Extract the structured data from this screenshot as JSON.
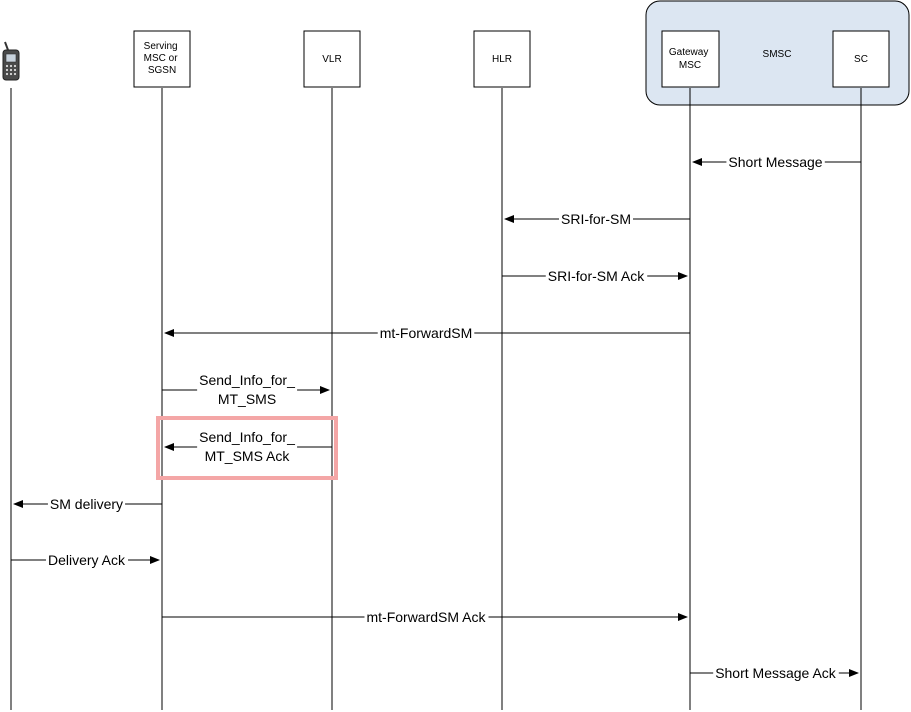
{
  "entities": {
    "phone": {
      "label": ""
    },
    "serving_msc": {
      "lines": [
        "Serving",
        "MSC or",
        "SGSN"
      ]
    },
    "vlr": {
      "label": "VLR"
    },
    "hlr": {
      "label": "HLR"
    },
    "smsc_group": {
      "label": "SMSC"
    },
    "gateway_msc": {
      "lines": [
        "Gateway",
        "MSC"
      ]
    },
    "sc": {
      "label": "SC"
    }
  },
  "messages": [
    {
      "from": "sc",
      "to": "gateway_msc",
      "lines": [
        "Short Message"
      ]
    },
    {
      "from": "gateway_msc",
      "to": "hlr",
      "lines": [
        "SRI-for-SM"
      ]
    },
    {
      "from": "hlr",
      "to": "gateway_msc",
      "lines": [
        "SRI-for-SM Ack"
      ]
    },
    {
      "from": "gateway_msc",
      "to": "serving_msc",
      "lines": [
        "mt-ForwardSM"
      ]
    },
    {
      "from": "serving_msc",
      "to": "vlr",
      "lines": [
        "Send_Info_for_",
        "MT_SMS"
      ]
    },
    {
      "from": "vlr",
      "to": "serving_msc",
      "lines": [
        "Send_Info_for_",
        "MT_SMS Ack"
      ],
      "highlighted": true
    },
    {
      "from": "serving_msc",
      "to": "phone",
      "lines": [
        "SM delivery"
      ]
    },
    {
      "from": "phone",
      "to": "serving_msc",
      "lines": [
        "Delivery Ack"
      ]
    },
    {
      "from": "serving_msc",
      "to": "gateway_msc",
      "lines": [
        "mt-ForwardSM Ack"
      ]
    },
    {
      "from": "gateway_msc",
      "to": "sc",
      "lines": [
        "Short Message Ack"
      ]
    }
  ],
  "colors": {
    "line": "#000000",
    "box_stroke": "#000000",
    "smsc_fill": "#dce6f2",
    "highlight": "#f4a6a6"
  },
  "icons": {
    "phone": "mobile-phone-icon"
  }
}
